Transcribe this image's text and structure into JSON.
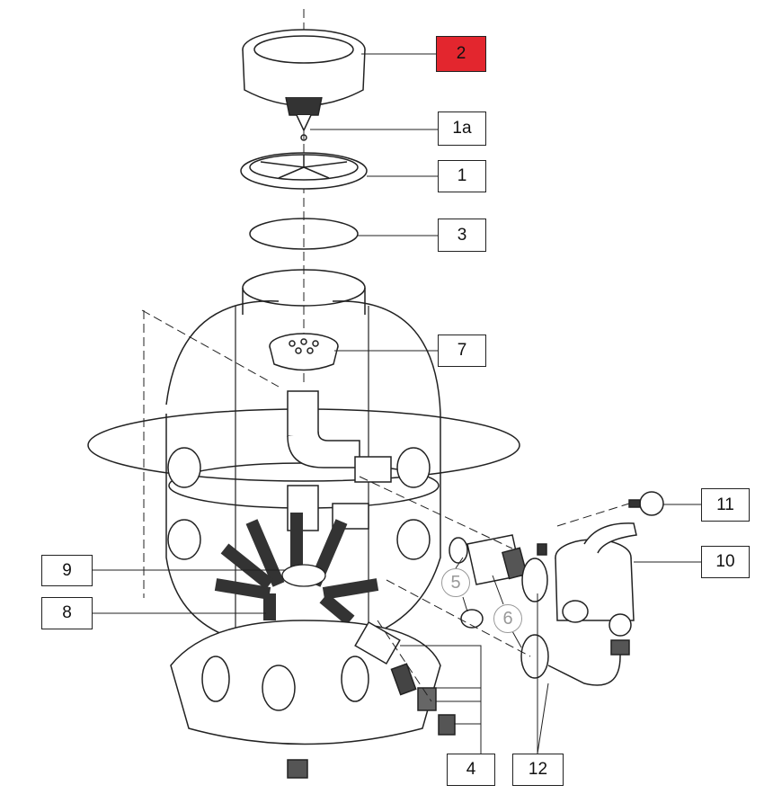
{
  "diagram": {
    "accent_color": "#e3262e",
    "callouts": [
      {
        "id": "2",
        "label": "2",
        "highlighted": true
      },
      {
        "id": "1a",
        "label": "1a"
      },
      {
        "id": "1",
        "label": "1"
      },
      {
        "id": "3",
        "label": "3"
      },
      {
        "id": "7",
        "label": "7"
      },
      {
        "id": "11",
        "label": "11"
      },
      {
        "id": "10",
        "label": "10"
      },
      {
        "id": "9",
        "label": "9"
      },
      {
        "id": "8",
        "label": "8"
      },
      {
        "id": "4",
        "label": "4"
      },
      {
        "id": "12",
        "label": "12"
      }
    ],
    "circled_callouts": [
      {
        "id": "5",
        "label": "5"
      },
      {
        "id": "6",
        "label": "6"
      }
    ]
  }
}
